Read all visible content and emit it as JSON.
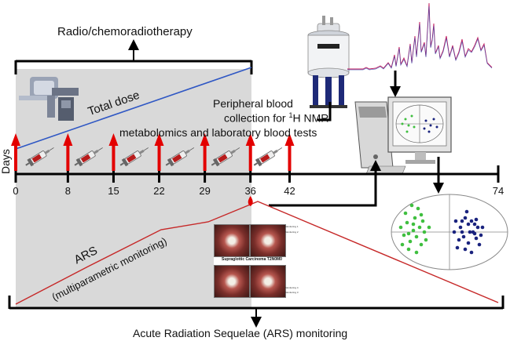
{
  "labels": {
    "therapy": "Radio/chemoradiotherapy",
    "total_dose": "Total dose",
    "blood_line1": "Peripheral blood",
    "blood_line2_pre": "collection for ",
    "blood_line2_sup": "1",
    "blood_line2_post": "H NMR",
    "blood_line3": "metabolomics and laboratory blood tests",
    "days_axis": "Days",
    "ars": "ARS",
    "ars_sub": "(multiparametric monitoring)",
    "monitoring": "Acute Radiation Sequelae (ARS) monitoring",
    "photo_caption": "Supraglottic Carcinoma T2N0M0",
    "photo_tags": [
      "Monitoring 1",
      "Monitoring 2",
      "Monitoring 3",
      "Monitoring 4"
    ]
  },
  "timeline": {
    "day_ticks": [
      "0",
      "8",
      "15",
      "22",
      "29",
      "36",
      "42",
      "74"
    ],
    "blood_draw_days": [
      0,
      8,
      15,
      22,
      29,
      36,
      42
    ]
  },
  "icons": {
    "arrow_up": "arrow-up-icon",
    "arrow_down": "arrow-down-icon",
    "syringe": "syringe-icon",
    "blood_drop": "blood-drop-icon",
    "mri": "nmr-spectrometer-icon",
    "computer": "computer-icon",
    "linac": "linear-accelerator-icon"
  },
  "colors": {
    "dose_line": "#2f57c4",
    "ars_line": "#c62828",
    "blood_arrow": "#e30000",
    "cluster_a": "#3fbf3f",
    "cluster_b": "#1a237e",
    "shade": "#d9d9d9"
  }
}
